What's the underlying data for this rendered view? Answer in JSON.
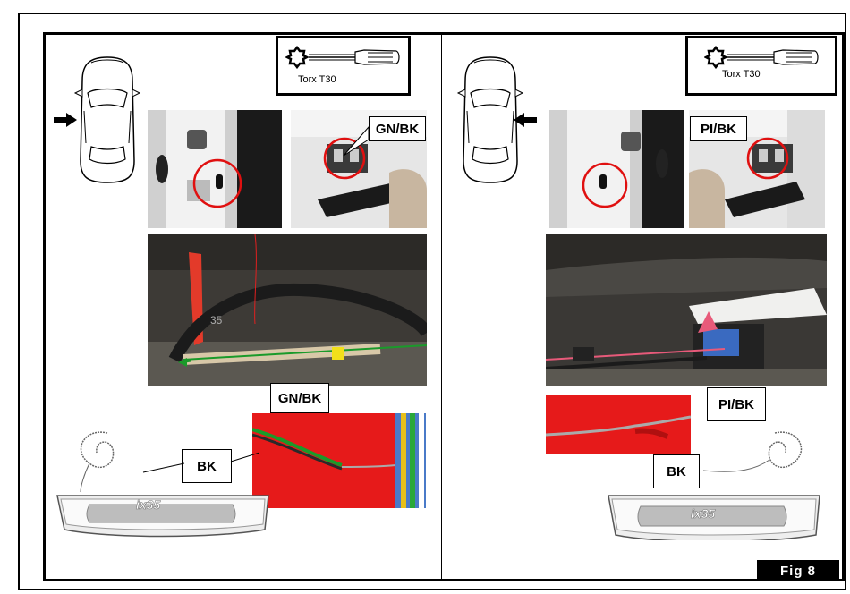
{
  "left_panel": {
    "tool": {
      "label": "Torx T30",
      "icon": "torx-screwdriver-icon"
    },
    "callouts": {
      "connector_wire": "GN/BK",
      "harness_wire": "GN/BK",
      "ground_wire": "BK"
    },
    "sill_badge": "ix35",
    "arrow_direction": "right"
  },
  "right_panel": {
    "tool": {
      "label": "Torx T30",
      "icon": "torx-screwdriver-icon"
    },
    "callouts": {
      "connector_wire": "PI/BK",
      "harness_wire": "PI/BK",
      "ground_wire": "BK"
    },
    "sill_badge": "ix35",
    "arrow_direction": "left"
  },
  "figure": {
    "label": "Fig  8"
  },
  "colors": {
    "tape_red": "#e61a1a",
    "highlight_circle": "#e01010",
    "wire_green": "#1a9a2a",
    "wire_pink": "#e85a7a"
  }
}
